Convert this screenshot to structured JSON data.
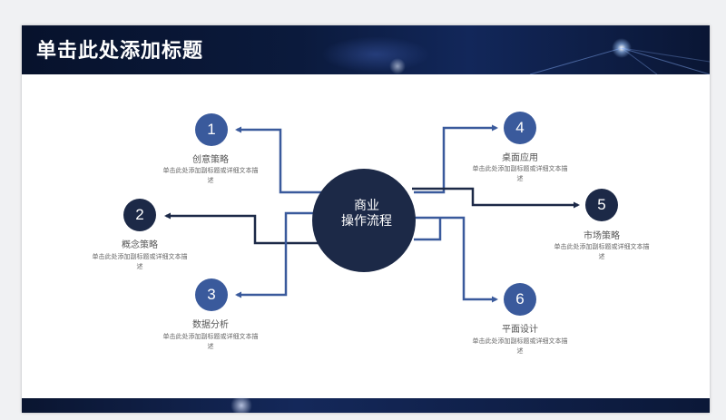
{
  "title": "单击此处添加标题",
  "hub": {
    "line1": "商业",
    "line2": "操作流程"
  },
  "nodes": [
    {
      "number": "1",
      "label": "创意策略",
      "desc": "单击此处添加副标题或详细文本描述"
    },
    {
      "number": "2",
      "label": "概念策略",
      "desc": "单击此处添加副标题或详细文本描述"
    },
    {
      "number": "3",
      "label": "数据分析",
      "desc": "单击此处添加副标题或详细文本描述"
    },
    {
      "number": "4",
      "label": "桌面应用",
      "desc": "单击此处添加副标题或详细文本描述"
    },
    {
      "number": "5",
      "label": "市场策略",
      "desc": "单击此处添加副标题或详细文本描述"
    },
    {
      "number": "6",
      "label": "平面设计",
      "desc": "单击此处添加副标题或详细文本描述"
    }
  ],
  "colors": {
    "blue": "#3a5a9c",
    "dark": "#1c2947",
    "hub": "#1c2947"
  }
}
